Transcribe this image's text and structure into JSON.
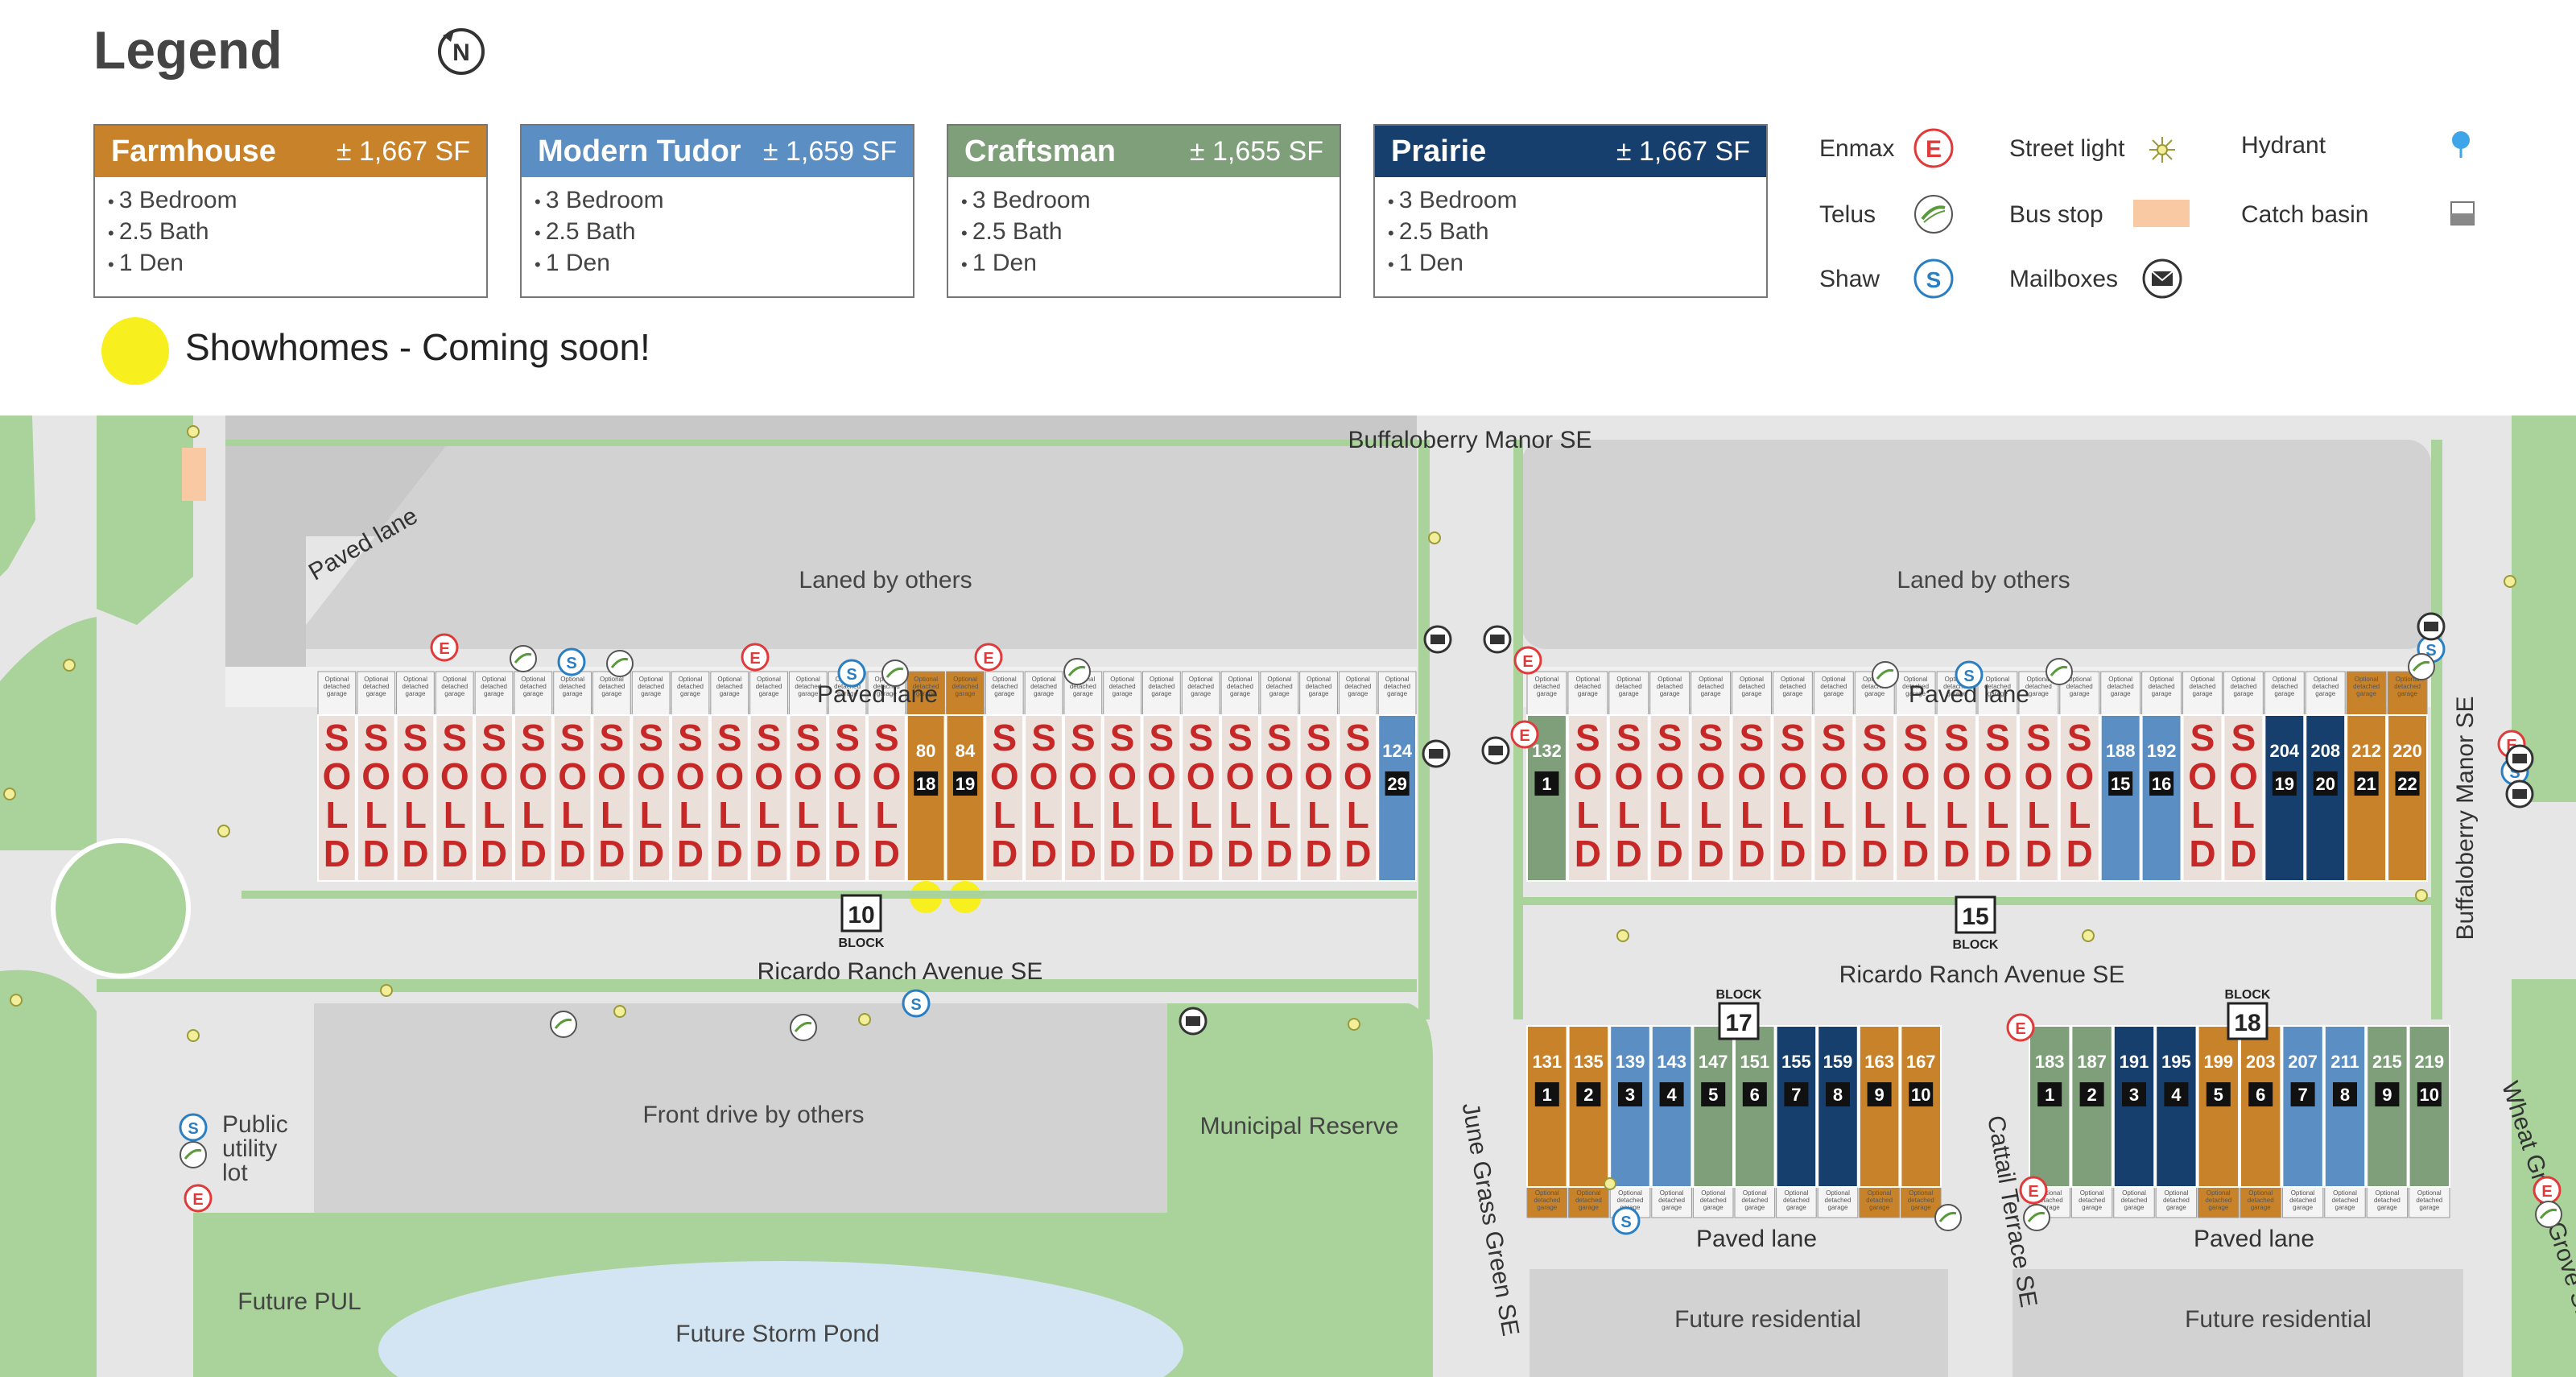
{
  "legend": {
    "title": "Legend",
    "north_label": "N",
    "styles": [
      {
        "name": "Farmhouse",
        "sf": "± 1,667 SF",
        "color": "#c8832a",
        "features": [
          "3 Bedroom",
          "2.5 Bath",
          "1 Den"
        ]
      },
      {
        "name": "Modern Tudor",
        "sf": "± 1,659 SF",
        "color": "#5b8fc4",
        "features": [
          "3 Bedroom",
          "2.5 Bath",
          "1 Den"
        ]
      },
      {
        "name": "Craftsman",
        "sf": "± 1,655 SF",
        "color": "#7f9f7a",
        "features": [
          "3 Bedroom",
          "2.5 Bath",
          "1 Den"
        ]
      },
      {
        "name": "Prairie",
        "sf": "± 1,667 SF",
        "color": "#163f6e",
        "features": [
          "3 Bedroom",
          "2.5 Bath",
          "1 Den"
        ]
      }
    ],
    "symbols": {
      "enmax": "Enmax",
      "telus": "Telus",
      "shaw": "Shaw",
      "street_light": "Street light",
      "bus_stop": "Bus stop",
      "mailboxes": "Mailboxes",
      "hydrant": "Hydrant",
      "catch_basin": "Catch basin"
    },
    "showhomes": "Showhomes - Coming soon!",
    "showhome_color": "#f8ef1e"
  },
  "map": {
    "streets": {
      "buffaloberry_top": "Buffaloberry Manor SE",
      "buffaloberry_right": "Buffaloberry Manor SE",
      "ricardo_left": "Ricardo Ranch Avenue SE",
      "ricardo_right": "Ricardo Ranch Avenue SE",
      "june_grass": "June Grass Green SE",
      "cattail": "Cattail Terrace SE",
      "wheat_grass": "Wheat Grass Grove SE",
      "paved_lane": "Paved lane"
    },
    "areas": {
      "laned_left": "Laned by others",
      "laned_right": "Laned by others",
      "front_drive": "Front drive by others",
      "municipal_reserve": "Municipal Reserve",
      "future_pul": "Future PUL",
      "future_storm_pond": "Future Storm Pond",
      "future_res_left": "Future residential",
      "future_res_right": "Future residential",
      "public_utility_lot": [
        "Public",
        "utility",
        "lot"
      ]
    },
    "block_label": "BLOCK",
    "garage_label": [
      "Optional",
      "detached",
      "garage"
    ],
    "detached_label": "Detached garage",
    "sold_letters": [
      "S",
      "O",
      "L",
      "D"
    ],
    "blocks": {
      "block10": {
        "number": "10",
        "lots": [
          {
            "status": "sold"
          },
          {
            "status": "sold"
          },
          {
            "status": "sold"
          },
          {
            "status": "sold"
          },
          {
            "status": "sold"
          },
          {
            "status": "sold"
          },
          {
            "status": "sold"
          },
          {
            "status": "sold"
          },
          {
            "status": "sold"
          },
          {
            "status": "sold"
          },
          {
            "status": "sold"
          },
          {
            "status": "sold"
          },
          {
            "status": "sold"
          },
          {
            "status": "sold"
          },
          {
            "status": "sold"
          },
          {
            "status": "available",
            "style": "Farmhouse",
            "address": "80",
            "lot": "18",
            "showhome": true
          },
          {
            "status": "available",
            "style": "Farmhouse",
            "address": "84",
            "lot": "19",
            "showhome": true
          },
          {
            "status": "sold"
          },
          {
            "status": "sold"
          },
          {
            "status": "sold"
          },
          {
            "status": "sold"
          },
          {
            "status": "sold"
          },
          {
            "status": "sold"
          },
          {
            "status": "sold"
          },
          {
            "status": "sold"
          },
          {
            "status": "sold"
          },
          {
            "status": "sold"
          },
          {
            "status": "available",
            "style": "Modern Tudor",
            "address": "124",
            "lot": "29"
          }
        ]
      },
      "block15": {
        "number": "15",
        "lots": [
          {
            "status": "available",
            "style": "Craftsman",
            "address": "132",
            "lot": "1"
          },
          {
            "status": "sold"
          },
          {
            "status": "sold"
          },
          {
            "status": "sold"
          },
          {
            "status": "sold"
          },
          {
            "status": "sold"
          },
          {
            "status": "sold"
          },
          {
            "status": "sold"
          },
          {
            "status": "sold"
          },
          {
            "status": "sold"
          },
          {
            "status": "sold"
          },
          {
            "status": "sold"
          },
          {
            "status": "sold"
          },
          {
            "status": "sold"
          },
          {
            "status": "available",
            "style": "Modern Tudor",
            "address": "188",
            "lot": "15"
          },
          {
            "status": "available",
            "style": "Modern Tudor",
            "address": "192",
            "lot": "16"
          },
          {
            "status": "sold"
          },
          {
            "status": "sold"
          },
          {
            "status": "available",
            "style": "Prairie",
            "address": "204",
            "lot": "19"
          },
          {
            "status": "available",
            "style": "Prairie",
            "address": "208",
            "lot": "20"
          },
          {
            "status": "available",
            "style": "Farmhouse",
            "address": "212",
            "lot": "21"
          },
          {
            "status": "available",
            "style": "Farmhouse",
            "address": "220",
            "lot": "22"
          }
        ]
      },
      "block17": {
        "number": "17",
        "lots": [
          {
            "style": "Farmhouse",
            "address": "131",
            "lot": "1"
          },
          {
            "style": "Farmhouse",
            "address": "135",
            "lot": "2"
          },
          {
            "style": "Modern Tudor",
            "address": "139",
            "lot": "3"
          },
          {
            "style": "Modern Tudor",
            "address": "143",
            "lot": "4"
          },
          {
            "style": "Craftsman",
            "address": "147",
            "lot": "5"
          },
          {
            "style": "Craftsman",
            "address": "151",
            "lot": "6"
          },
          {
            "style": "Prairie",
            "address": "155",
            "lot": "7"
          },
          {
            "style": "Prairie",
            "address": "159",
            "lot": "8"
          },
          {
            "style": "Farmhouse",
            "address": "163",
            "lot": "9"
          },
          {
            "style": "Farmhouse",
            "address": "167",
            "lot": "10"
          }
        ]
      },
      "block18": {
        "number": "18",
        "lots": [
          {
            "style": "Craftsman",
            "address": "183",
            "lot": "1"
          },
          {
            "style": "Craftsman",
            "address": "187",
            "lot": "2"
          },
          {
            "style": "Prairie",
            "address": "191",
            "lot": "3"
          },
          {
            "style": "Prairie",
            "address": "195",
            "lot": "4"
          },
          {
            "style": "Farmhouse",
            "address": "199",
            "lot": "5"
          },
          {
            "style": "Farmhouse",
            "address": "203",
            "lot": "6"
          },
          {
            "style": "Modern Tudor",
            "address": "207",
            "lot": "7"
          },
          {
            "style": "Modern Tudor",
            "address": "211",
            "lot": "8"
          },
          {
            "style": "Craftsman",
            "address": "215",
            "lot": "9"
          },
          {
            "style": "Craftsman",
            "address": "219",
            "lot": "10"
          }
        ]
      }
    },
    "colors": {
      "road": "#e6e6e6",
      "green": "#a9d39a",
      "lane": "#d6d6d6",
      "pond": "#d3e4f2",
      "sold_fill": "#eadfd9",
      "sold_text": "#c62828",
      "enmax": "#e03a3a",
      "shaw": "#2a7fc3",
      "telus": "#5a9a3a"
    }
  }
}
